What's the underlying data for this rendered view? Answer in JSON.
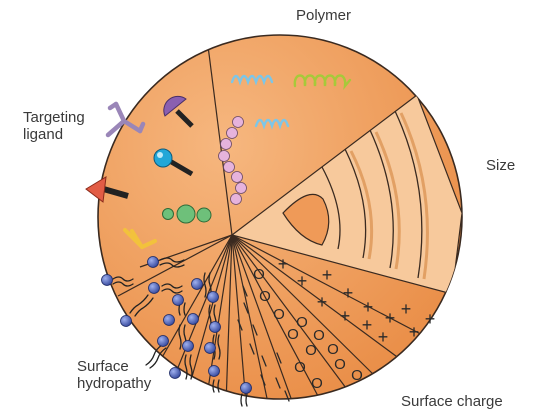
{
  "labels": {
    "polymer": "Polymer",
    "targeting_line1": "Targeting",
    "targeting_line2": "ligand",
    "size": "Size",
    "hydropathy_line1": "Surface",
    "hydropathy_line2": "hydropathy",
    "surface_charge": "Surface charge"
  },
  "colors": {
    "sphere": "#ef9a58",
    "sphere_outline": "#3a2a20",
    "cutaway": "#f7c99c",
    "core": "#ef9a58",
    "ligand_purple": "#8a5fb0",
    "ligand_cyan": "#22a7d8",
    "ligand_green": "#6ec07a",
    "ligand_red": "#e25c45",
    "ligand_ab": "#9a86b8",
    "ligand_yellow": "#f2c23c",
    "polymer_blue": "#7cc6e8",
    "polymer_yellowgreen": "#a7c93a",
    "polymer_pink": "#e6b3dc",
    "lipid_head": "#4a5db0"
  }
}
